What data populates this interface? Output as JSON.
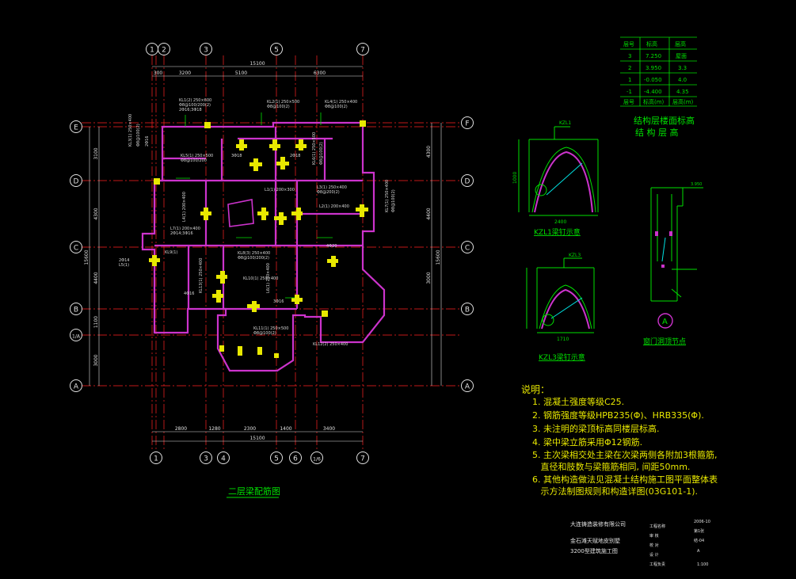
{
  "drawing": {
    "title": "二层梁配筋图",
    "axes_top": [
      "1",
      "2",
      "3",
      "5",
      "7"
    ],
    "axes_bottom": [
      "1",
      "3",
      "4",
      "5",
      "6",
      "1/6",
      "7"
    ],
    "axes_left": [
      "E",
      "D",
      "C",
      "B",
      "1/A",
      "A"
    ],
    "axes_right": [
      "F",
      "D",
      "C",
      "B",
      "A"
    ],
    "top_dims": [
      "300",
      "3200",
      "5100",
      "6300"
    ],
    "top_total": "15100",
    "bottom_dims": [
      "2800",
      "1280",
      "2300",
      "1400",
      "3400"
    ],
    "bottom_total": "15100",
    "left_dims": [
      "3100",
      "4300",
      "4400",
      "1100",
      "3000"
    ],
    "left_total": "15600",
    "right_dims": [
      "4300",
      "4400",
      "3000"
    ],
    "right_total": "15600"
  },
  "level_table": {
    "headers": [
      "层号",
      "标高",
      "层高"
    ],
    "rows": [
      [
        "3",
        "7.250",
        "屋面"
      ],
      [
        "2",
        "3.950",
        "3.3"
      ],
      [
        "1",
        "-0.050",
        "4.0"
      ],
      [
        "-1",
        "-4.400",
        "4.35"
      ]
    ],
    "footer": [
      "层号",
      "标高(m)",
      "层高(m)"
    ],
    "caption_line1": "结构层楼面标高",
    "caption_line2": "结 构 层 高"
  },
  "details": {
    "kzl1_caption": "KZL1梁钉示意",
    "kzl1_label": "KZL1",
    "kzl1_width": "2400",
    "kzl1_height": "1000",
    "kzl3_caption": "KZL3梁钉示意",
    "kzl3_label": "KZL3",
    "kzl3_width": "1710",
    "node_caption": "窗门洞顶节点",
    "node_symbol": "A",
    "node_elev": "3.950"
  },
  "notes": {
    "heading": "说明：",
    "items": [
      "1. 混凝土强度等级C25.",
      "2. 钢筋强度等级HPB235(Φ)、HRB335(Φ).",
      "3. 未注明的梁顶标高同楼层标高.",
      "4. 梁中梁立筋采用Φ12钢筋.",
      "5. 主次梁相交处主梁在次梁两侧各附加3根箍筋,",
      "   直径和肢数与梁箍筋相同, 间距50mm.",
      "6. 其他构造做法见混凝土结构施工图平面整体表",
      "   示方法制图规则和构造详图(03G101-1)."
    ]
  },
  "title_block": {
    "company": "大连铸造装修有限公司",
    "project_line1": "金石滩天赋地皮别墅",
    "project_line2": "3200型建筑施工图",
    "roles": [
      "工程名称",
      "审 核",
      "校 对",
      "设 计",
      "工程负责"
    ],
    "right_top": "2006-10",
    "right_2": "第1张",
    "right_3": "结-04",
    "right_4": "A",
    "scale": "1:100"
  },
  "colors": {
    "background": "#000000",
    "axis": "#ff2222",
    "wall": "#cc33cc",
    "column": "#e8e800",
    "text": "#e0e0e0",
    "detail": "#00e000",
    "annotation": "#00e0e0",
    "note": "#e8e800"
  }
}
